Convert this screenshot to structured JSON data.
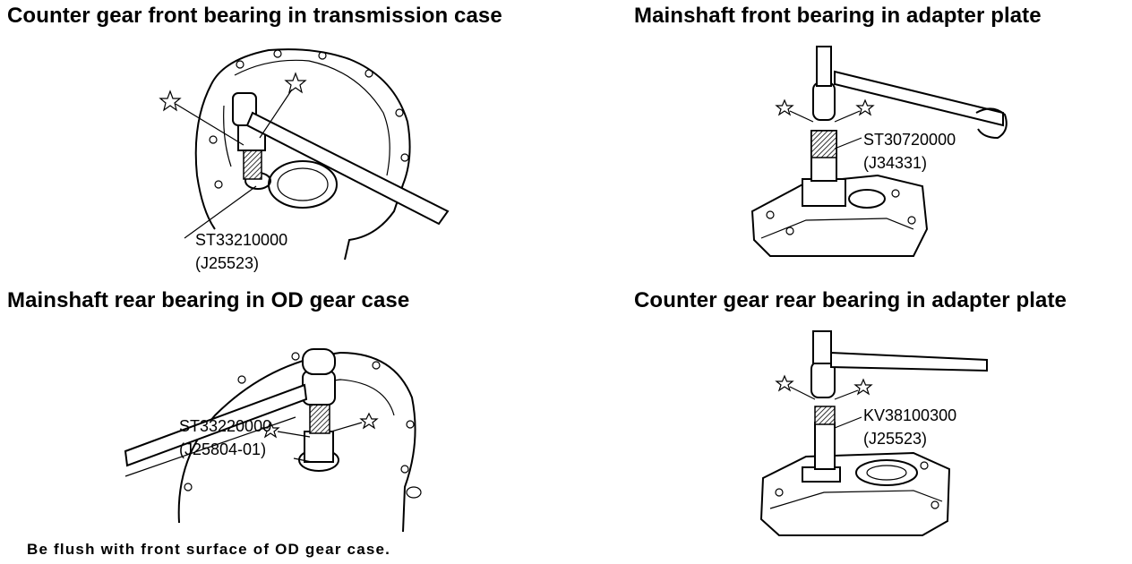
{
  "panels": {
    "top_left": {
      "title": "Counter gear front bearing in transmission case",
      "tool_number": "ST33210000",
      "tool_alt": "(J25523)"
    },
    "top_right": {
      "title": "Mainshaft front bearing in adapter plate",
      "tool_number": "ST30720000",
      "tool_alt": "(J34331)"
    },
    "bottom_left": {
      "title": "Mainshaft rear bearing in OD gear case",
      "tool_number": "ST33220000",
      "tool_alt": "(J25804-01)"
    },
    "bottom_right": {
      "title": "Counter gear rear bearing in adapter plate",
      "tool_number": "KV38100300",
      "tool_alt": "(J25523)"
    }
  },
  "footnote": "Be flush with front surface of OD gear case.",
  "icons": {
    "star_marker": "star-icon",
    "hammer": "hammer-icon",
    "drift": "drift-tool-icon"
  },
  "colors": {
    "ink": "#000000",
    "paper": "#ffffff"
  }
}
